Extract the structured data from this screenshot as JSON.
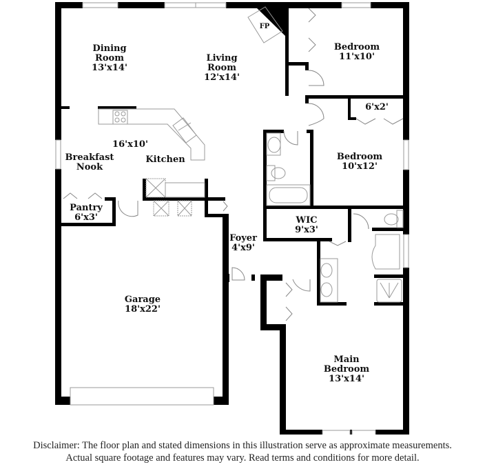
{
  "plan": {
    "colors": {
      "wall": "#000000",
      "fixture": "#999999",
      "window": "#aaaaaa",
      "background": "#ffffff"
    },
    "rooms": [
      {
        "id": "dining-room",
        "name": "Dining Room",
        "lines": [
          "Dining",
          "Room",
          "13'x14'"
        ],
        "dimensions": "13'x14'"
      },
      {
        "id": "living-room",
        "name": "Living Room",
        "lines": [
          "Living",
          "Room",
          "12'x14'"
        ],
        "dimensions": "12'x14'"
      },
      {
        "id": "fireplace",
        "name": "FP",
        "lines": [
          "FP"
        ]
      },
      {
        "id": "bedroom-1",
        "name": "Bedroom",
        "lines": [
          "Bedroom",
          "11'x10'"
        ],
        "dimensions": "11'x10'"
      },
      {
        "id": "closet",
        "name": "Closet",
        "lines": [
          "6'x2'"
        ],
        "dimensions": "6'x2'"
      },
      {
        "id": "bedroom-2",
        "name": "Bedroom",
        "lines": [
          "Bedroom",
          "10'x12'"
        ],
        "dimensions": "10'x12'"
      },
      {
        "id": "kitchen-dimensions",
        "name": "Kitchen dimensions",
        "lines": [
          "16'x10'"
        ],
        "dimensions": "16'x10'"
      },
      {
        "id": "breakfast-nook",
        "name": "Breakfast Nook",
        "lines": [
          "Breakfast",
          "Nook"
        ]
      },
      {
        "id": "kitchen",
        "name": "Kitchen",
        "lines": [
          "Kitchen"
        ]
      },
      {
        "id": "pantry",
        "name": "Pantry",
        "lines": [
          "Pantry",
          "6'x3'"
        ],
        "dimensions": "6'x3'"
      },
      {
        "id": "wic",
        "name": "WIC",
        "lines": [
          "WIC",
          "9'x3'"
        ],
        "dimensions": "9'x3'"
      },
      {
        "id": "foyer",
        "name": "Foyer",
        "lines": [
          "Foyer",
          "4'x9'"
        ],
        "dimensions": "4'x9'"
      },
      {
        "id": "garage",
        "name": "Garage",
        "lines": [
          "Garage",
          "18'x22'"
        ],
        "dimensions": "18'x22'"
      },
      {
        "id": "main-bedroom",
        "name": "Main Bedroom",
        "lines": [
          "Main",
          "Bedroom",
          "13'x14'"
        ],
        "dimensions": "13'x14'"
      }
    ]
  },
  "disclaimer": {
    "line1": "Disclaimer: The floor plan and stated dimensions in this illustration serve as approximate measurements.",
    "line2": "Actual square footage and features may vary. Read terms and conditions for more detail."
  }
}
